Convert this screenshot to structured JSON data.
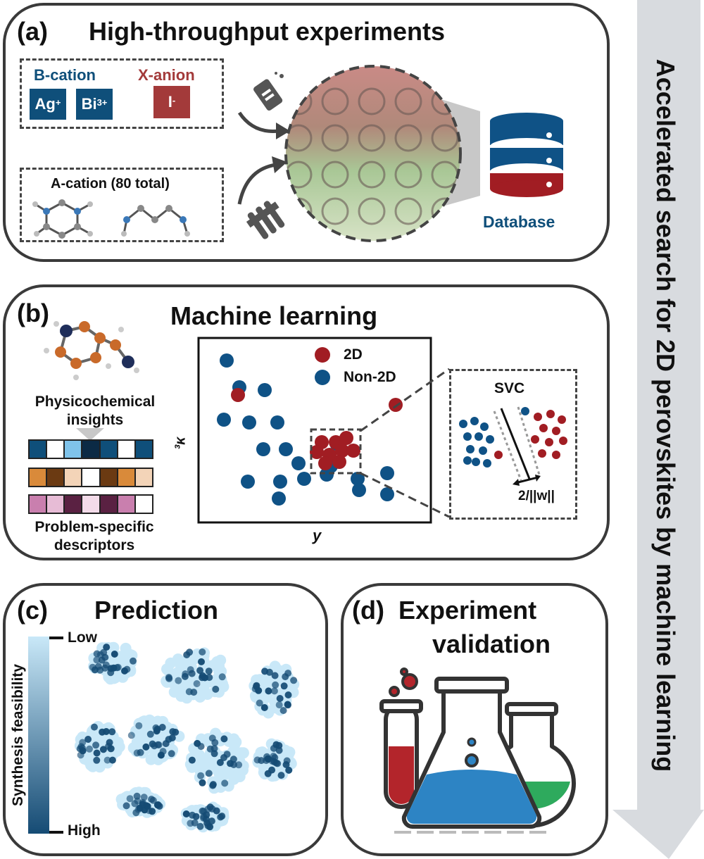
{
  "side_arrow": {
    "text": "Accelerated search for 2D perovskites by machine learning"
  },
  "panel_a": {
    "letter": "(a)",
    "title": "High-throughput experiments",
    "b_cation": {
      "label": "B-cation",
      "ions": [
        "Ag",
        "Bi"
      ],
      "ion_charges": [
        "+",
        "3+"
      ],
      "color": "#0f4f7a"
    },
    "x_anion": {
      "label": "X-anion",
      "ion": "I",
      "ion_charge": "-",
      "color": "#a33a3a"
    },
    "a_cation": {
      "label": "A-cation (80 total)"
    },
    "database": {
      "label": "Database",
      "top_color": "#0f5286",
      "bottom_color": "#a11d23"
    }
  },
  "panel_b": {
    "letter": "(b)",
    "title": "Machine learning",
    "insights_label": "Physicochemical insights",
    "descriptors_label": "Problem-specific descriptors",
    "descriptor_bars": [
      [
        "#0f4f7a",
        "#ffffff",
        "#7fc3ea",
        "#0b2a45",
        "#0f4f7a",
        "#ffffff",
        "#0f4f7a"
      ],
      [
        "#d98a3a",
        "#6b3a12",
        "#f3d4b8",
        "#ffffff",
        "#6b3a12",
        "#d98a3a",
        "#f3d4b8"
      ],
      [
        "#c97fae",
        "#e7bcd6",
        "#5a2142",
        "#f3dbe9",
        "#5a2142",
        "#c97fae",
        "#ffffff"
      ]
    ],
    "legend": [
      {
        "name": "2D",
        "color": "#a11d23"
      },
      {
        "name": "Non-2D",
        "color": "#0f5286"
      }
    ],
    "xlabel": "y",
    "ylabel": "³κ",
    "svc": {
      "title": "SVC",
      "margin_label": "2/||w||"
    }
  },
  "chart_data": {
    "type": "scatter",
    "xlabel": "y",
    "ylabel": "³κ",
    "series": [
      {
        "name": "2D",
        "color": "#a11d23",
        "points": [
          [
            56,
            81
          ],
          [
            280,
            95
          ],
          [
            175,
            148
          ],
          [
            195,
            148
          ],
          [
            210,
            142
          ],
          [
            168,
            162
          ],
          [
            186,
            166
          ],
          [
            204,
            160
          ],
          [
            220,
            160
          ],
          [
            180,
            178
          ],
          [
            200,
            176
          ]
        ]
      },
      {
        "name": "Non-2D",
        "color": "#0f5286",
        "points": [
          [
            40,
            32
          ],
          [
            58,
            70
          ],
          [
            94,
            74
          ],
          [
            36,
            116
          ],
          [
            72,
            120
          ],
          [
            112,
            120
          ],
          [
            92,
            158
          ],
          [
            124,
            158
          ],
          [
            142,
            178
          ],
          [
            70,
            204
          ],
          [
            116,
            204
          ],
          [
            150,
            200
          ],
          [
            182,
            194
          ],
          [
            226,
            200
          ],
          [
            268,
            192
          ],
          [
            114,
            228
          ],
          [
            228,
            216
          ],
          [
            268,
            222
          ],
          [
            196,
            150
          ],
          [
            188,
            182
          ]
        ]
      }
    ]
  },
  "panel_c": {
    "letter": "(c)",
    "title": "Prediction",
    "colorbar_label": "Synthesis feasibility",
    "low_label": "Low",
    "high_label": "High",
    "low_color": "#c9e8f8",
    "high_color": "#154b74"
  },
  "panel_d": {
    "letter": "(d)",
    "title_line1": "Experiment",
    "title_line2": "validation"
  }
}
